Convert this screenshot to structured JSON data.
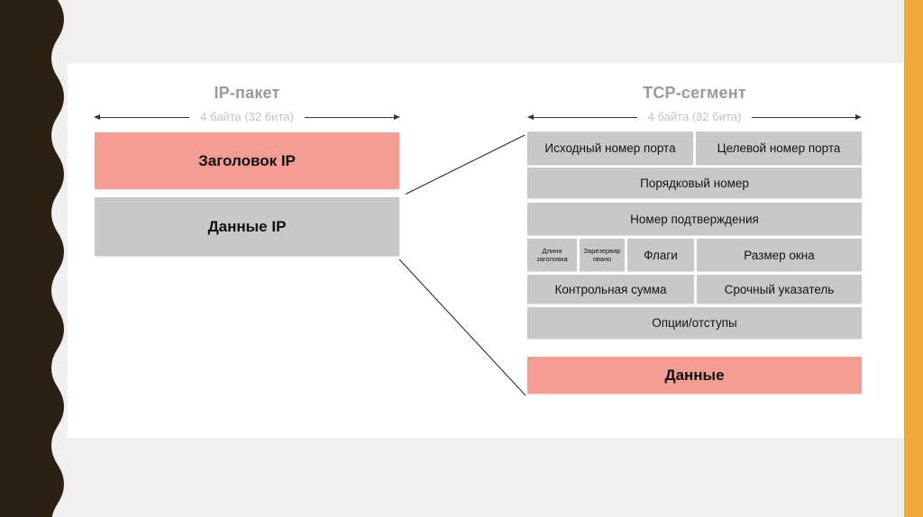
{
  "colors": {
    "left_border": "#2b2011",
    "right_border": "#f2a93c",
    "header_fill": "#f49d93",
    "cell_fill": "#c8c8c8",
    "title_text": "#9a9a9a",
    "arrow_label_text": "#c3c3c3"
  },
  "ip_packet": {
    "title": "IP-пакет",
    "width_label": "4 байта (32 бита)",
    "header_label": "Заголовок IP",
    "data_label": "Данные IP"
  },
  "tcp_segment": {
    "title": "TCP-сегмент",
    "width_label": "4 байта (32 бита)",
    "source_port": "Исходный номер порта",
    "dest_port": "Целевой номер порта",
    "sequence": "Порядковый номер",
    "acknowledgement": "Номер подтверждения",
    "header_length": "Длина заголовка",
    "reserved": "Зарезервир\nовано",
    "flags": "Флаги",
    "window_size": "Размер окна",
    "checksum": "Контрольная сумма",
    "urgent_pointer": "Срочный указатель",
    "options": "Опции/отступы",
    "data_label": "Данные"
  }
}
